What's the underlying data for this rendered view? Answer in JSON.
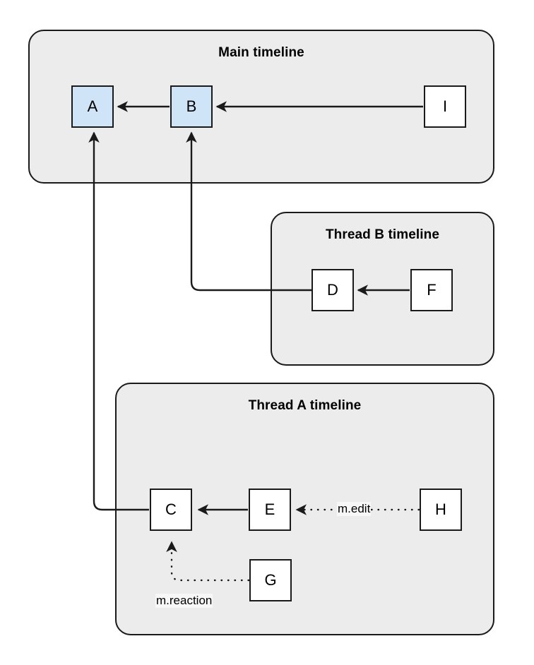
{
  "diagram": {
    "title_hidden": "",
    "groups": [
      {
        "id": "main",
        "label": "Main timeline"
      },
      {
        "id": "thread_b",
        "label": "Thread B timeline"
      },
      {
        "id": "thread_a",
        "label": "Thread A timeline"
      }
    ],
    "nodes": [
      {
        "id": "A",
        "label": "A",
        "group": "main",
        "highlight": true
      },
      {
        "id": "B",
        "label": "B",
        "group": "main",
        "highlight": true
      },
      {
        "id": "I",
        "label": "I",
        "group": "main",
        "highlight": false
      },
      {
        "id": "D",
        "label": "D",
        "group": "thread_b",
        "highlight": false
      },
      {
        "id": "F",
        "label": "F",
        "group": "thread_b",
        "highlight": false
      },
      {
        "id": "C",
        "label": "C",
        "group": "thread_a",
        "highlight": false
      },
      {
        "id": "E",
        "label": "E",
        "group": "thread_a",
        "highlight": false
      },
      {
        "id": "H",
        "label": "H",
        "group": "thread_a",
        "highlight": false
      },
      {
        "id": "G",
        "label": "G",
        "group": "thread_a",
        "highlight": false
      }
    ],
    "edges": [
      {
        "from": "B",
        "to": "A",
        "style": "solid",
        "label": ""
      },
      {
        "from": "I",
        "to": "B",
        "style": "solid",
        "label": ""
      },
      {
        "from": "F",
        "to": "D",
        "style": "solid",
        "label": ""
      },
      {
        "from": "D",
        "to": "B",
        "style": "solid",
        "label": ""
      },
      {
        "from": "E",
        "to": "C",
        "style": "solid",
        "label": ""
      },
      {
        "from": "C",
        "to": "A",
        "style": "solid",
        "label": ""
      },
      {
        "from": "H",
        "to": "E",
        "style": "dotted",
        "label": "m.edit"
      },
      {
        "from": "G",
        "to": "C",
        "style": "dotted",
        "label": "m.reaction"
      }
    ],
    "edge_labels": [
      {
        "id": "m_edit",
        "text": "m.edit"
      },
      {
        "id": "m_reaction",
        "text": "m.reaction"
      }
    ],
    "colors": {
      "group_fill": "#ececec",
      "node_fill": "#ffffff",
      "node_highlight_fill": "#cfe4f7",
      "stroke": "#1a1a1a",
      "label_bg": "#f7f7f7",
      "page_bg": "#ffffff"
    }
  }
}
